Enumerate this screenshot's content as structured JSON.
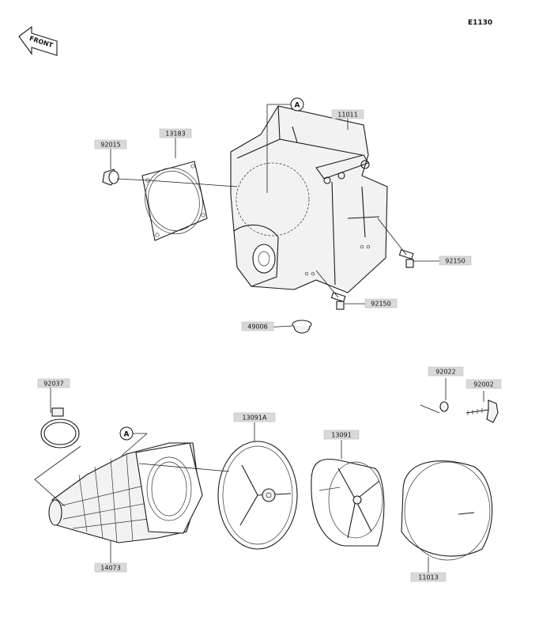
{
  "diagram": {
    "diagram_code": "E1130",
    "front_label": "FRONT",
    "ref_mark": "A",
    "parts": [
      {
        "id": "11011"
      },
      {
        "id": "13183"
      },
      {
        "id": "92015"
      },
      {
        "id": "92150"
      },
      {
        "id": "92150"
      },
      {
        "id": "49006"
      },
      {
        "id": "92037"
      },
      {
        "id": "14073"
      },
      {
        "id": "13091A"
      },
      {
        "id": "13091"
      },
      {
        "id": "92022"
      },
      {
        "id": "92002"
      },
      {
        "id": "11013"
      }
    ]
  }
}
